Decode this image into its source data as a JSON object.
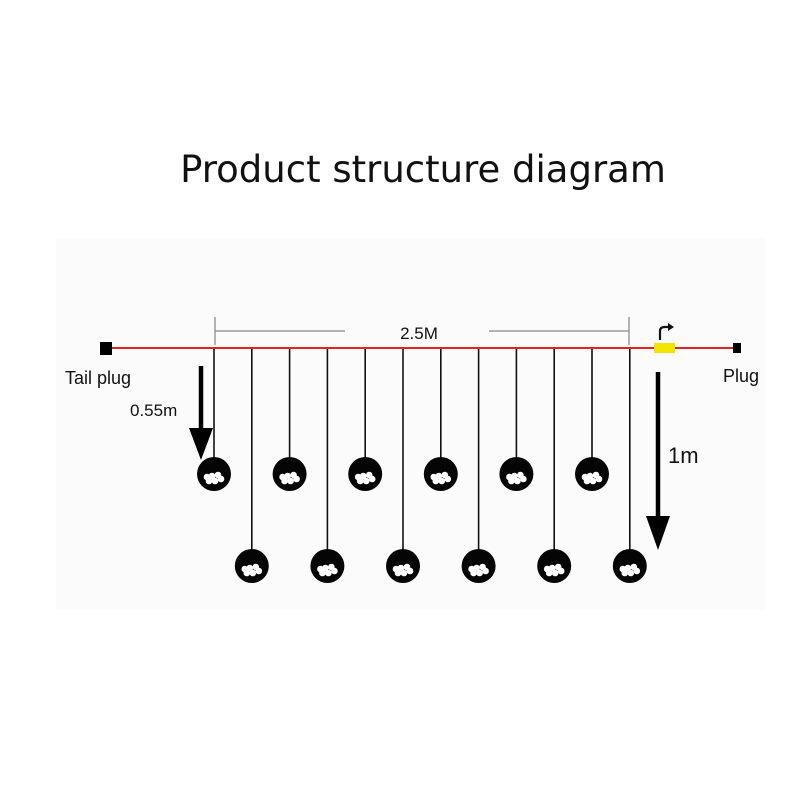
{
  "title": "Product structure diagram",
  "labels": {
    "length": "2.5M",
    "tail_plug": "Tail plug",
    "plug": "Plug",
    "short_drop": "0.55m",
    "long_drop": "1m"
  },
  "colors": {
    "main_wire": "#e0261e",
    "connector": "#f2e500",
    "bulb": "#050505",
    "drop_wire": "#111111",
    "dimension": "#9a9a9a"
  },
  "strand": {
    "bulb_count": 12,
    "drop_lengths_m": [
      0.55,
      1,
      0.55,
      1,
      0.55,
      1,
      0.55,
      1,
      0.55,
      1,
      0.55,
      1
    ]
  }
}
